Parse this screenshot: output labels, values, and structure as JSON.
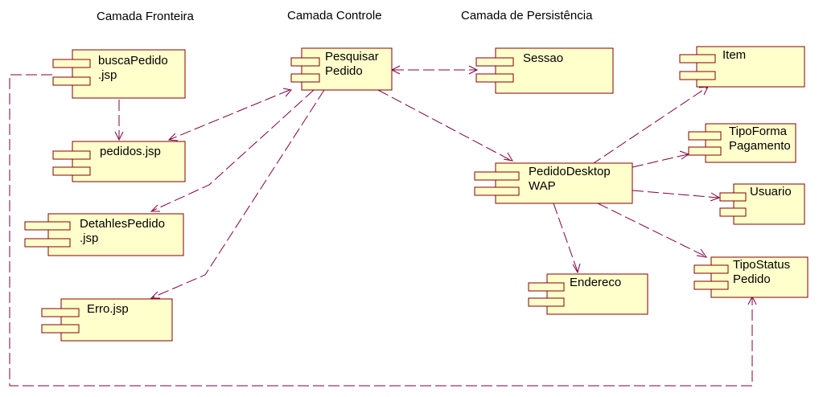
{
  "layers": {
    "fronteira": "Camada Fronteira",
    "controle": "Camada Controle",
    "persistencia": "Camada de Persistência"
  },
  "components": {
    "buscaPedido": [
      "buscaPedido",
      ".jsp"
    ],
    "pedidos": [
      "pedidos.jsp"
    ],
    "detalhes": [
      "DetahlesPedido",
      ".jsp"
    ],
    "erro": [
      "Erro.jsp"
    ],
    "pesquisar": [
      "Pesquisar",
      "Pedido"
    ],
    "sessao": [
      "Sessao"
    ],
    "pedidoDesktop": [
      "PedidoDesktop",
      "WAP"
    ],
    "endereco": [
      "Endereco"
    ],
    "item": [
      "Item"
    ],
    "tipoForma": [
      "TipoForma",
      "Pagamento"
    ],
    "usuario": [
      "Usuario"
    ],
    "tipoStatus": [
      "TipoStatus",
      "Pedido"
    ]
  },
  "colors": {
    "component_fill": "#ffffcc",
    "component_border": "#800000",
    "dependency_line": "#800040"
  }
}
